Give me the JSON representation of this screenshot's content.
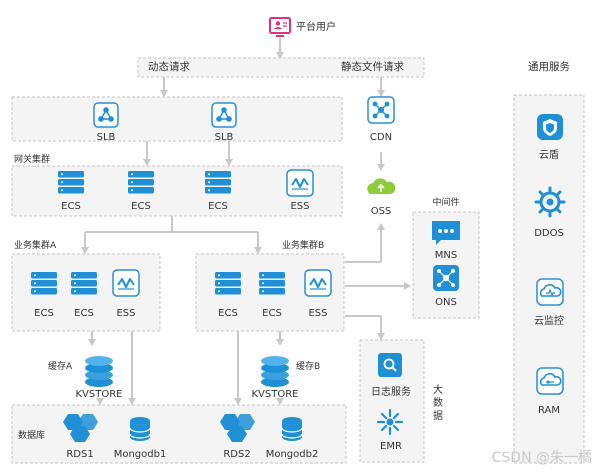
{
  "top_user": "平台用户",
  "requests": {
    "dynamic": "动态请求",
    "static": "静态文件请求"
  },
  "general_services": {
    "title": "通用服务",
    "items": [
      "云盾",
      "DDOS",
      "云监控",
      "RAM"
    ]
  },
  "lb_group": {
    "items": [
      "SLB",
      "SLB"
    ]
  },
  "cdn": "CDN",
  "oss": "OSS",
  "gateway": {
    "title": "网关集群",
    "items": [
      "ECS",
      "ECS",
      "ECS",
      "ESS"
    ]
  },
  "middleware": {
    "title": "中间件",
    "items": [
      "MNS",
      "ONS"
    ]
  },
  "cluster_a": {
    "title": "业务集群A",
    "items": [
      "ECS",
      "ECS",
      "ESS"
    ]
  },
  "cluster_b": {
    "title": "业务集群B",
    "items": [
      "ECS",
      "ECS",
      "ESS"
    ]
  },
  "cache_a": {
    "label": "缓存A",
    "name": "KVSTORE"
  },
  "cache_b": {
    "label": "缓存B",
    "name": "KVSTORE"
  },
  "database": {
    "title": "数据库",
    "items": [
      "RDS1",
      "Mongodb1",
      "RDS2",
      "Mongodb2"
    ]
  },
  "bigdata": {
    "title": "大数据",
    "items": [
      "日志服务",
      "EMR"
    ]
  },
  "watermark": "CSDN @朱一橘",
  "colors": {
    "icon_blue": "#1f8fd6",
    "icon_border": "#2a8fd4",
    "group_fill": "#f4f4f4",
    "group_border": "#c4c4c4",
    "arrow": "#c8c8c8",
    "user_pink": "#e3307a",
    "oss_green": "#8ccc3a",
    "watermark": "#c9c9c9"
  },
  "icons": {
    "user": "user-monitor-icon",
    "slb": "share-node-icon",
    "cdn": "network-icon",
    "oss": "cloud-upload-icon",
    "ecs": "server-stack-icon",
    "ess": "wave-icon",
    "mns": "message-icon",
    "ons": "hub-icon",
    "kvstore": "stacked-disks-icon",
    "rds": "cluster-icon",
    "mongodb": "database-icon",
    "log": "search-box-icon",
    "emr": "gear-spark-icon",
    "shield": "shield-icon",
    "ddos": "gear-icon",
    "monitor": "cloud-monitor-icon",
    "ram": "cloud-key-icon"
  }
}
